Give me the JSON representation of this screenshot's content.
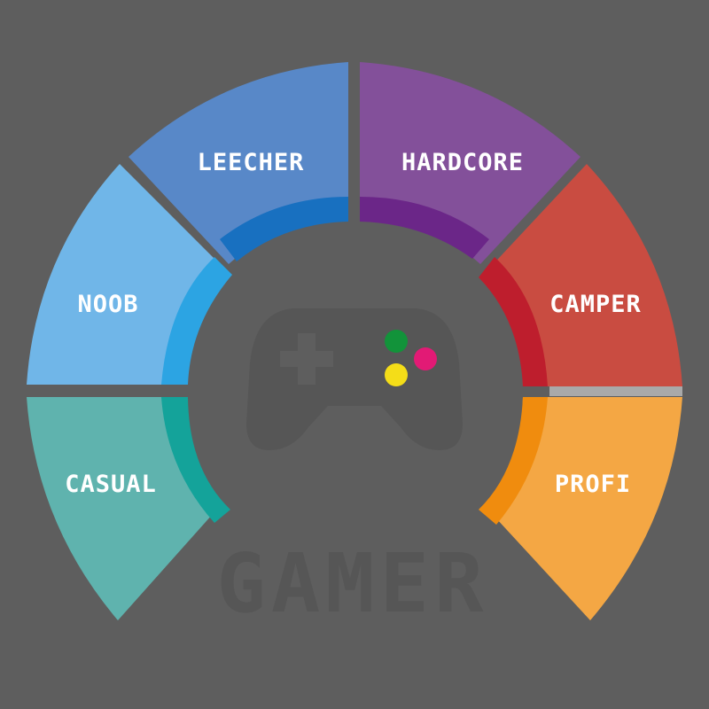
{
  "colors": {
    "background": "#5e5e5e",
    "controller": "#565656",
    "button_green": "#12933a",
    "button_pink": "#e21a75",
    "button_yellow": "#f4dd18",
    "title": "#565656",
    "divider": "#a9a9a9"
  },
  "title": "GAMER",
  "segments": [
    {
      "key": "casual",
      "label": "CASUAL",
      "outer": "#5fb3ae",
      "inner": "#14a39a",
      "a1": 180,
      "a2": 221
    },
    {
      "key": "noob",
      "label": "NOOB",
      "outer": "#70b6e8",
      "inner": "#2ca4e3",
      "a1": 225,
      "a2": 267
    },
    {
      "key": "leecher",
      "label": "LEECHER",
      "outer": "#5888c8",
      "inner": "#1870c0",
      "a1": 269,
      "a2": 317
    },
    {
      "key": "hardcore",
      "label": "HARDCORE",
      "outer": "#83509a",
      "inner": "#6b2688",
      "a1": 319,
      "a2": 403
    },
    {
      "key": "camper",
      "label": "CAMPER",
      "outer": "#c94c41",
      "inner": "#be1e2d",
      "a1": 360,
      "a2": 405
    },
    {
      "key": "profi",
      "label": "PROFI",
      "outer": "#f4a744",
      "inner": "#f08c0e",
      "a1": 359,
      "a2": 404
    }
  ],
  "icons": {
    "controller": "gamepad-icon",
    "dpad": "dpad-icon"
  }
}
